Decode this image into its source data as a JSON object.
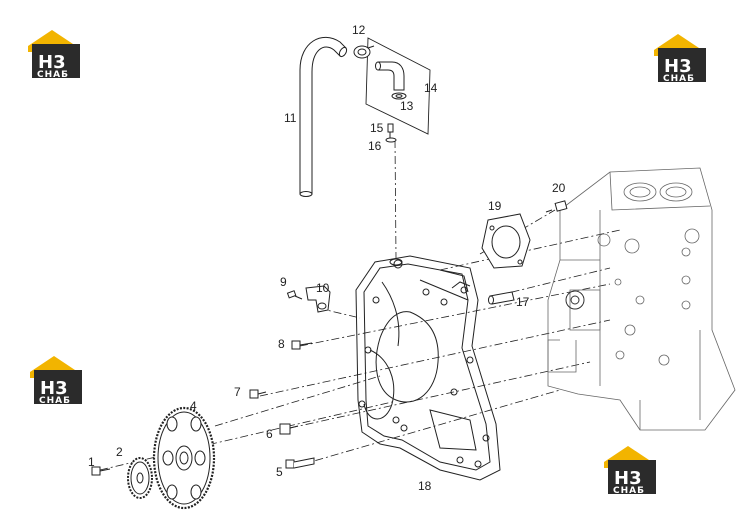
{
  "logo": {
    "mark": "H3",
    "subtitle": "СНАБ",
    "colors": {
      "roof": "#f2b400",
      "box": "#2b2b2b",
      "text": "#ffffff"
    }
  },
  "callouts": [
    "1",
    "2",
    "4",
    "5",
    "6",
    "7",
    "8",
    "9",
    "10",
    "11",
    "12",
    "13",
    "14",
    "15",
    "16",
    "17",
    "18",
    "19",
    "20"
  ],
  "line_color": "#222222"
}
